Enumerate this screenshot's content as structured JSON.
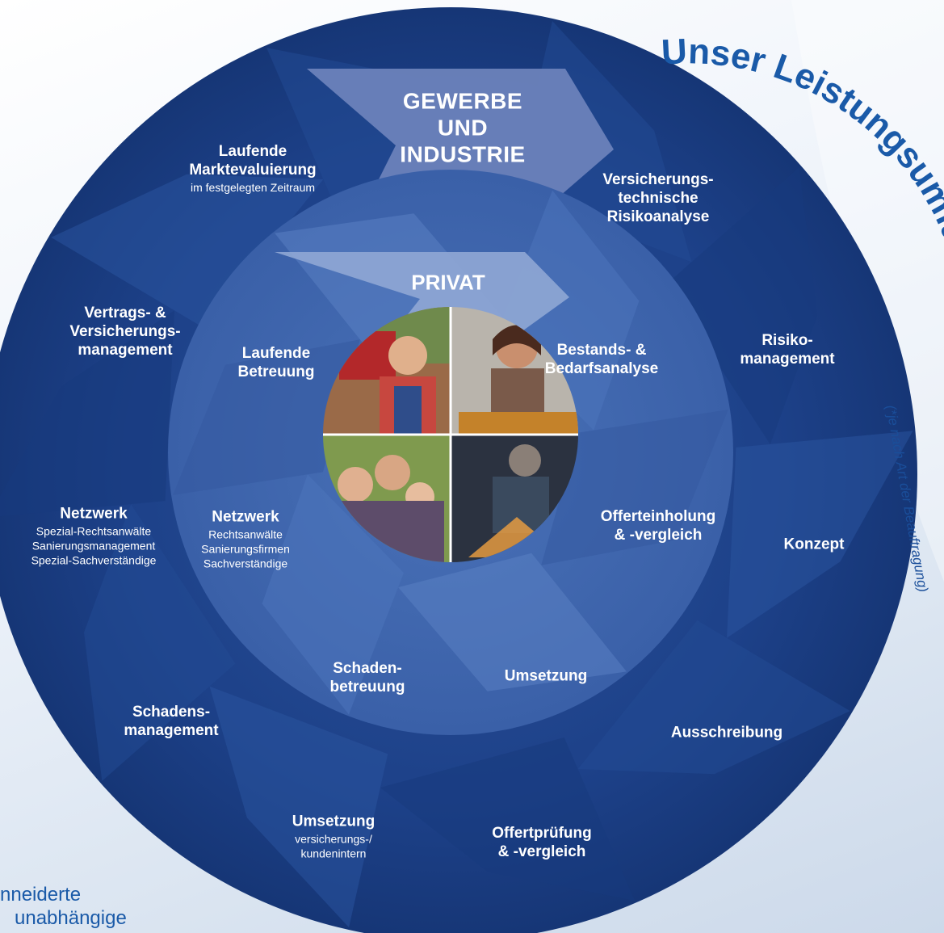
{
  "title_arc": "Unser Leistungsumfang",
  "side_note": "(*je nach Art der Beauftragung)",
  "hubs": {
    "outer": [
      "GEWERBE",
      "UND",
      "INDUSTRIE"
    ],
    "inner": "PRIVAT"
  },
  "outer_ring": {
    "versicherungstechnische": [
      "Versicherungs-",
      "technische",
      "Risikoanalyse"
    ],
    "risikomanagement": [
      "Risiko-",
      "management"
    ],
    "konzept": "Konzept",
    "ausschreibung": "Ausschreibung",
    "offertpruefung": [
      "Offertprüfung",
      "& -vergleich"
    ],
    "umsetzung": {
      "title": "Umsetzung",
      "sub": [
        "versicherungs-/",
        "kundenintern"
      ]
    },
    "schadensmanagement": [
      "Schadens-",
      "management"
    ],
    "netzwerk": {
      "title": "Netzwerk",
      "sub": [
        "Spezial-Rechtsanwälte",
        "Sanierungsmanagement",
        "Spezial-Sachverständige"
      ]
    },
    "vertragsmanagement": [
      "Vertrags- &",
      "Versicherungs-",
      "management"
    ],
    "marktevaluierung": {
      "title": [
        "Laufende",
        "Marktevaluierung"
      ],
      "sub": "im festgelegten Zeitraum"
    }
  },
  "inner_ring": {
    "bestandsanalyse": [
      "Bestands- &",
      "Bedarfsanalyse"
    ],
    "offerteinholung": [
      "Offerteinholung",
      "& -vergleich"
    ],
    "umsetzung": "Umsetzung",
    "schadenbetreuung": [
      "Schaden-",
      "betreuung"
    ],
    "netzwerk": {
      "title": "Netzwerk",
      "sub": [
        "Rechtsanwälte",
        "Sanierungsfirmen",
        "Sachverständige"
      ]
    },
    "betreuung": [
      "Laufende",
      "Betreuung"
    ]
  },
  "bottom_text": [
    "nneiderte",
    "unabhängige"
  ],
  "colors": {
    "outer_ring": "#1c3f85",
    "inner_ring": "#3d64ad",
    "hub_outer": "#6d84bb",
    "hub_inner": "#8ba3d2",
    "accent_text": "#1a5aa8"
  },
  "icons": {
    "photo_tl": "farmer-photo-icon",
    "photo_tr": "baker-photo-icon",
    "photo_bl": "family-photo-icon",
    "photo_br": "welder-photo-icon"
  }
}
